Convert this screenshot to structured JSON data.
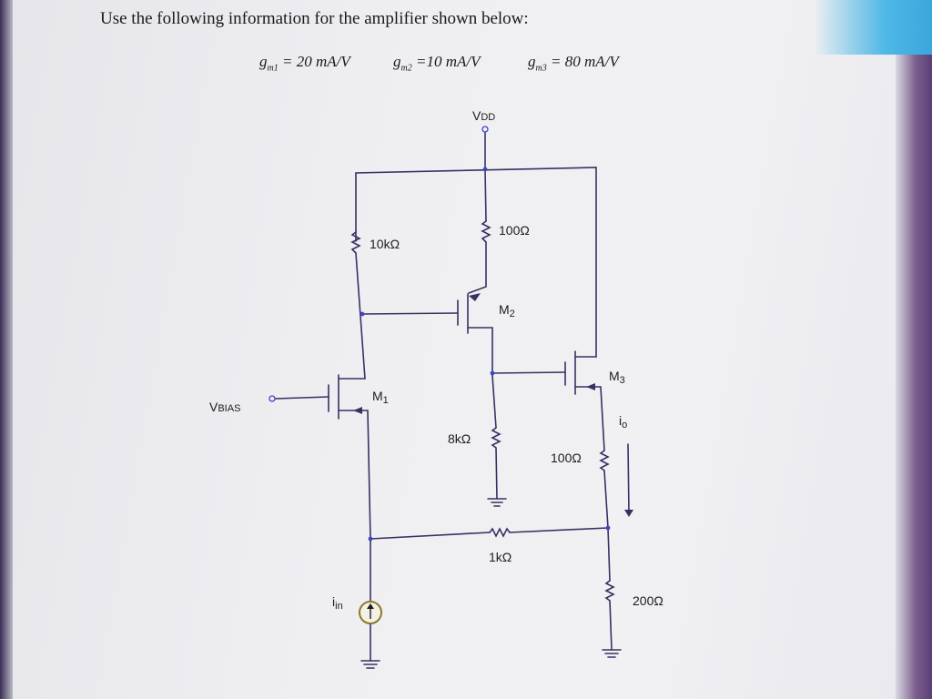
{
  "header": "Use the following information for the amplifier shown below:",
  "gm": [
    {
      "sym": "g",
      "sub": "m1",
      "value": "= 20 mA/V"
    },
    {
      "sym": "g",
      "sub": "m2",
      "value": "=10 mA/V"
    },
    {
      "sym": "g",
      "sub": "m3",
      "value": "= 80 mA/V"
    }
  ],
  "labels": {
    "vdd": "V",
    "vdd_sub": "DD",
    "vbias": "V",
    "vbias_sub": "BIAS",
    "m1": "M",
    "m1_sub": "1",
    "m2": "M",
    "m2_sub": "2",
    "m3": "M",
    "m3_sub": "3",
    "io": "i",
    "io_sub": "o",
    "iin": "i",
    "iin_sub": "in"
  },
  "resistors": {
    "r_10k": "10kΩ",
    "r_100_top": "100Ω",
    "r_8k": "8kΩ",
    "r_100_mid": "100Ω",
    "r_1k": "1kΩ",
    "r_200": "200Ω"
  },
  "colors": {
    "wire": "#3a2f63",
    "wire_purple": "#5b3aa8",
    "node": "#3b46c8"
  }
}
